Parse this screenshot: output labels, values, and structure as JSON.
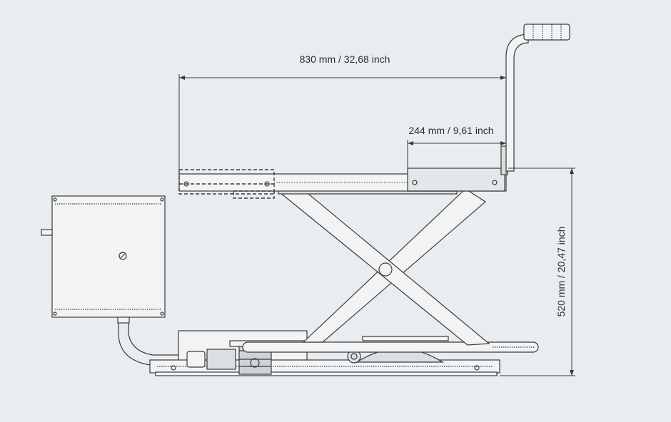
{
  "dimensions": {
    "length": "830 mm / 32,68 inch",
    "extension": "244 mm / 9,61 inch",
    "height": "520 mm / 20,47 inch"
  },
  "colors": {
    "background": "#eaedef",
    "line": "#3a3a3a",
    "fill_light": "#f2f3f4",
    "fill_mid": "#dcdfe2"
  }
}
